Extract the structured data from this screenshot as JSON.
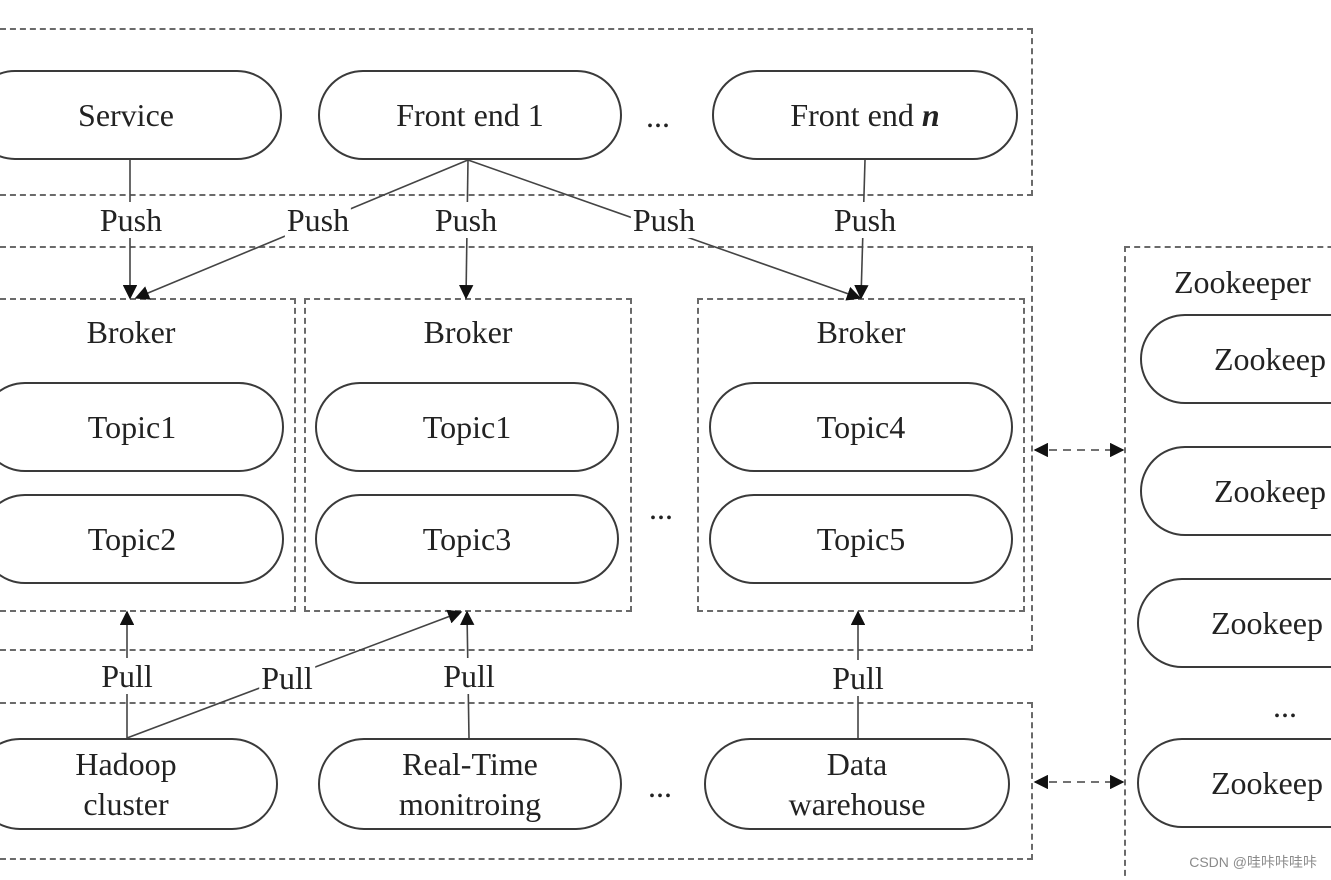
{
  "producers": {
    "service": "Service",
    "front_end_1": "Front end 1",
    "ellipsis": "...",
    "front_end_n_prefix": "Front end ",
    "front_end_n_var": "n"
  },
  "push_label": "Push",
  "pull_label": "Pull",
  "brokers": [
    {
      "title": "Broker",
      "topics": [
        "Topic1",
        "Topic2"
      ]
    },
    {
      "title": "Broker",
      "topics": [
        "Topic1",
        "Topic3"
      ]
    },
    {
      "title": "Broker",
      "topics": [
        "Topic4",
        "Topic5"
      ]
    }
  ],
  "broker_ellipsis": "...",
  "zookeeper": {
    "title": "Zookeeper",
    "nodes": [
      "Zookeep",
      "Zookeep",
      "Zookeep",
      "Zookeep"
    ],
    "ellipsis": "..."
  },
  "consumers": {
    "hadoop": "Hadoop\ncluster",
    "realtime": "Real-Time\nmonitroing",
    "ellipsis": "...",
    "warehouse": "Data\nwarehouse"
  },
  "watermark": "CSDN @哇咔咔哇咔"
}
